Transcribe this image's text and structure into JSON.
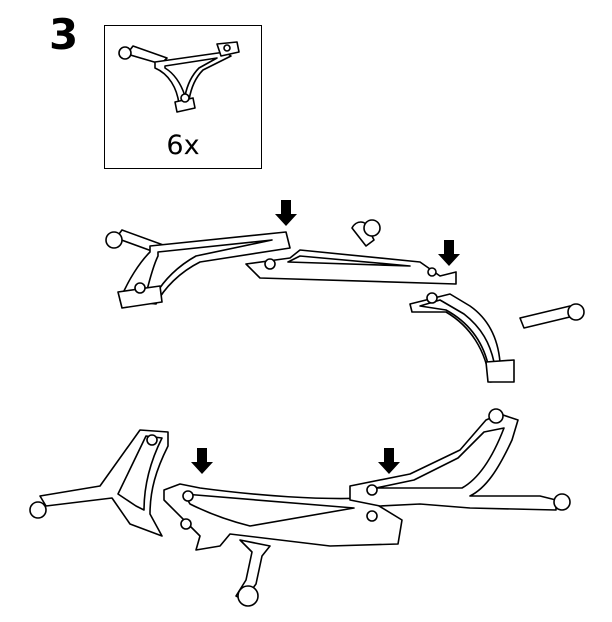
{
  "step": {
    "number": "3"
  },
  "parts": {
    "quantity": "6x",
    "part_icon": "tri-arm-leg-connector-icon"
  },
  "illustration": {
    "stage_1": {
      "name": "assembly-stage-1",
      "arrows": 2,
      "connectors": 3
    },
    "stage_2": {
      "name": "assembly-stage-2",
      "arrows": 2,
      "connectors": 3
    }
  },
  "colors": {
    "line": "#000000",
    "background": "#ffffff"
  }
}
